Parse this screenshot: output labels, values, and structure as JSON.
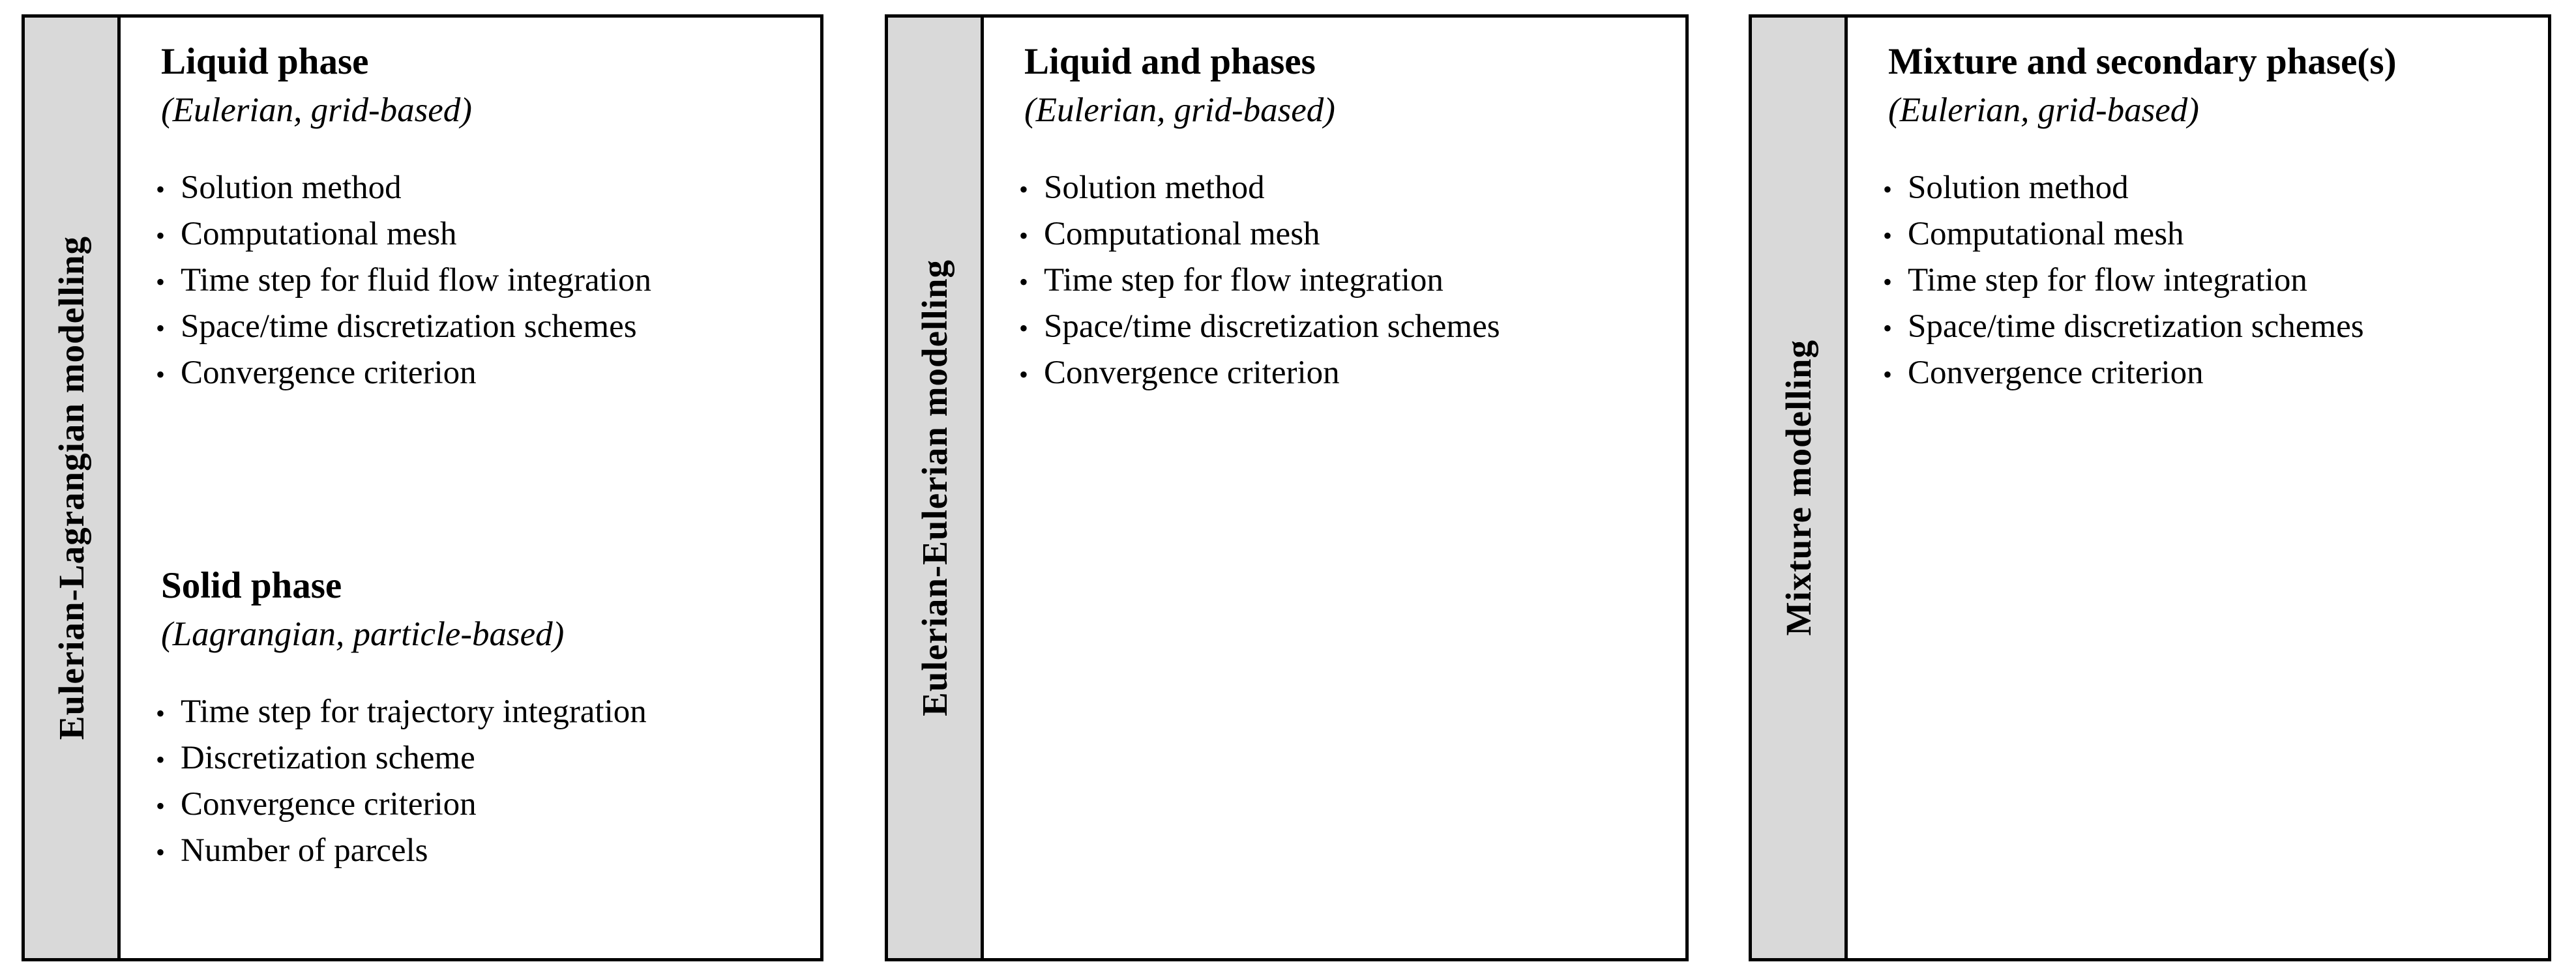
{
  "colors": {
    "background": "#ffffff",
    "strip_bg": "#d9d9d9",
    "border": "#000000",
    "text": "#000000"
  },
  "panels": [
    {
      "side_label": "Eulerian-Lagrangian modelling",
      "sections": [
        {
          "heading": "Liquid phase",
          "subheading": "(Eulerian, grid-based)",
          "bullets": [
            "Solution method",
            "Computational mesh",
            "Time step for fluid flow integration",
            "Space/time discretization schemes",
            "Convergence criterion"
          ]
        },
        {
          "heading": "Solid phase",
          "subheading": "(Lagrangian, particle-based)",
          "bullets": [
            "Time step for trajectory integration",
            "Discretization scheme",
            "Convergence criterion",
            "Number of parcels"
          ]
        }
      ]
    },
    {
      "side_label": "Eulerian-Eulerian modelling",
      "sections": [
        {
          "heading": "Liquid and phases",
          "subheading": "(Eulerian, grid-based)",
          "bullets": [
            "Solution method",
            "Computational mesh",
            "Time step for flow integration",
            "Space/time discretization schemes",
            "Convergence criterion"
          ]
        }
      ]
    },
    {
      "side_label": "Mixture modelling",
      "sections": [
        {
          "heading": "Mixture and secondary phase(s)",
          "subheading": "(Eulerian, grid-based)",
          "bullets": [
            "Solution method",
            "Computational mesh",
            "Time step for flow integration",
            "Space/time discretization schemes",
            "Convergence criterion"
          ]
        }
      ]
    }
  ]
}
